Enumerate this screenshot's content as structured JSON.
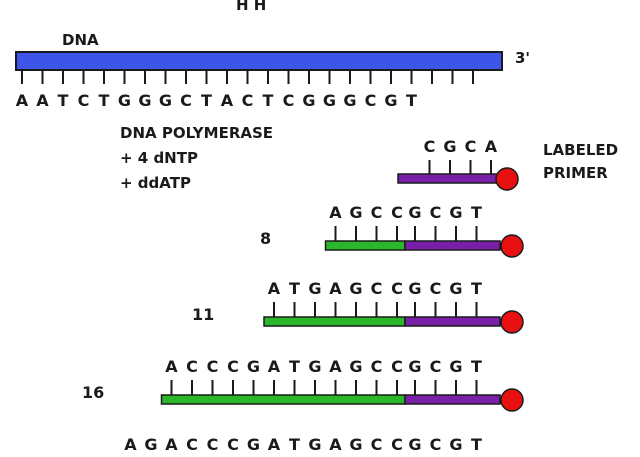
{
  "top_cut_text": "H H",
  "template": {
    "label": "DNA",
    "end_label": "3'",
    "sequence": "AATCTGGGCTACTCGGGCGT",
    "color": "#3d55e8"
  },
  "reaction": {
    "line1": "DNA POLYMERASE",
    "line2": "+ 4 dNTP",
    "line3": "+ ddATP"
  },
  "primer": {
    "sequence": "CGCA",
    "label_line1": "LABELED",
    "label_line2": "PRIMER",
    "color": "#7a1fa8",
    "dot_color": "#e81010"
  },
  "products": [
    {
      "length_label": "8",
      "left_seq": "AGCC",
      "right_seq": "GCGT"
    },
    {
      "length_label": "11",
      "left_seq": "ATGAGCC",
      "right_seq": "GCGT"
    },
    {
      "length_label": "16",
      "left_seq": "ACCCGATGAGCC",
      "right_seq": "GCGT"
    },
    {
      "length_label": "",
      "left_seq": "AGACCCGATGAGCC",
      "right_seq": "GCGT"
    }
  ],
  "colors": {
    "extension": "#2ab82a",
    "primer_segment": "#7a1fa8",
    "label_dot": "#e81010"
  }
}
